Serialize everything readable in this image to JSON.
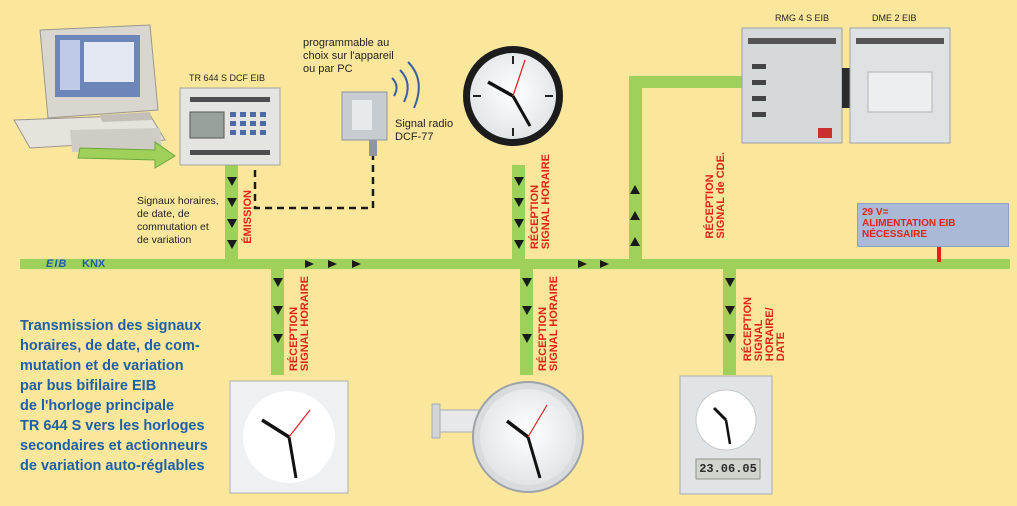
{
  "labels": {
    "tr644": "TR 644  S DCF EIB",
    "rmg": "RMG 4 S EIB",
    "dme": "DME 2 EIB",
    "programmable": [
      "programmable au",
      "choix sur l'appareil",
      "ou par PC"
    ],
    "radio": [
      "Signal radio",
      "DCF-77"
    ],
    "signaux": [
      "Signaux horaires,",
      "de date, de",
      "commutation et",
      "de variation"
    ],
    "eib_logo": "EIB",
    "knx": "KNX"
  },
  "vertical_labels": {
    "emission": "ÉMISSION",
    "rx_top_clock": [
      "RÉCEPTION",
      "SIGNAL HORAIRE"
    ],
    "rx_cde": [
      "RÉCEPTION",
      "SIGNAL de CDE."
    ],
    "rx_left": [
      "RÉCEPTION",
      "SIGNAL HORAIRE"
    ],
    "rx_mid": [
      "RÉCEPTION",
      "SIGNAL HORAIRE"
    ],
    "rx_right": [
      "RÉCEPTION",
      "SIGNAL",
      "HORAIRE/",
      "DATE"
    ]
  },
  "power": {
    "line1": "29 V=",
    "line2": "ALIMENTATION EIB",
    "line3": "NÉCESSAIRE"
  },
  "description": [
    "Transmission des signaux",
    "horaires, de date, de com-",
    "mutation et de variation",
    "par bus bifilaire EIB",
    "de l'horloge principale",
    "TR 644 S vers les horloges",
    "secondaires et actionneurs",
    "de variation auto-réglables"
  ],
  "digital_display": "23.06.05",
  "colors": {
    "background": "#fbe79c",
    "bus": "#9ed05a",
    "red": "#e2231a",
    "blue_text": "#1f5fa8"
  }
}
